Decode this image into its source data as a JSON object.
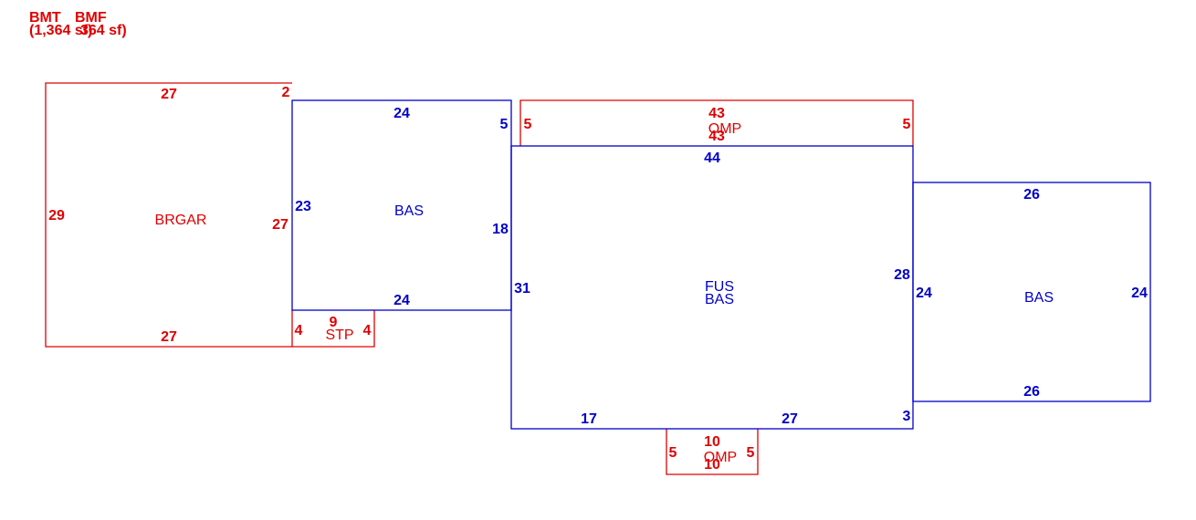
{
  "legend": {
    "items": [
      {
        "code": "BMT",
        "area": "(1,364 sf)"
      },
      {
        "code": "BMF",
        "area": "364 sf)"
      }
    ]
  },
  "colors": {
    "living": "#0000c8",
    "other": "#e00000",
    "background": "#ffffff"
  },
  "areas": {
    "brgar": {
      "name": "BRGAR",
      "dims": {
        "top": "27",
        "bottom": "27",
        "left": "29",
        "right": "27",
        "corner": "2"
      }
    },
    "bas_left": {
      "name": "BAS",
      "dims": {
        "top": "24",
        "bottom": "24",
        "left": "23",
        "right": "18",
        "corner": "5"
      }
    },
    "stp": {
      "name": "STP",
      "dims": {
        "top": "9",
        "left": "4",
        "right": "4"
      }
    },
    "omp_top": {
      "name": "OMP",
      "dims": {
        "top": "43",
        "bottom": "43",
        "left": "5",
        "right": "5"
      }
    },
    "fus_bas": {
      "name_top": "FUS",
      "name_bottom": "BAS",
      "dims": {
        "top": "44",
        "left": "31",
        "right": "28",
        "bottom_left": "17",
        "bottom_right": "27",
        "corner": "3"
      }
    },
    "bas_right": {
      "name": "BAS",
      "dims": {
        "top": "26",
        "bottom": "26",
        "left": "24",
        "right": "24"
      }
    },
    "omp_bottom": {
      "name": "OMP",
      "dims": {
        "top": "10",
        "bottom": "10",
        "left": "5",
        "right": "5"
      }
    }
  }
}
